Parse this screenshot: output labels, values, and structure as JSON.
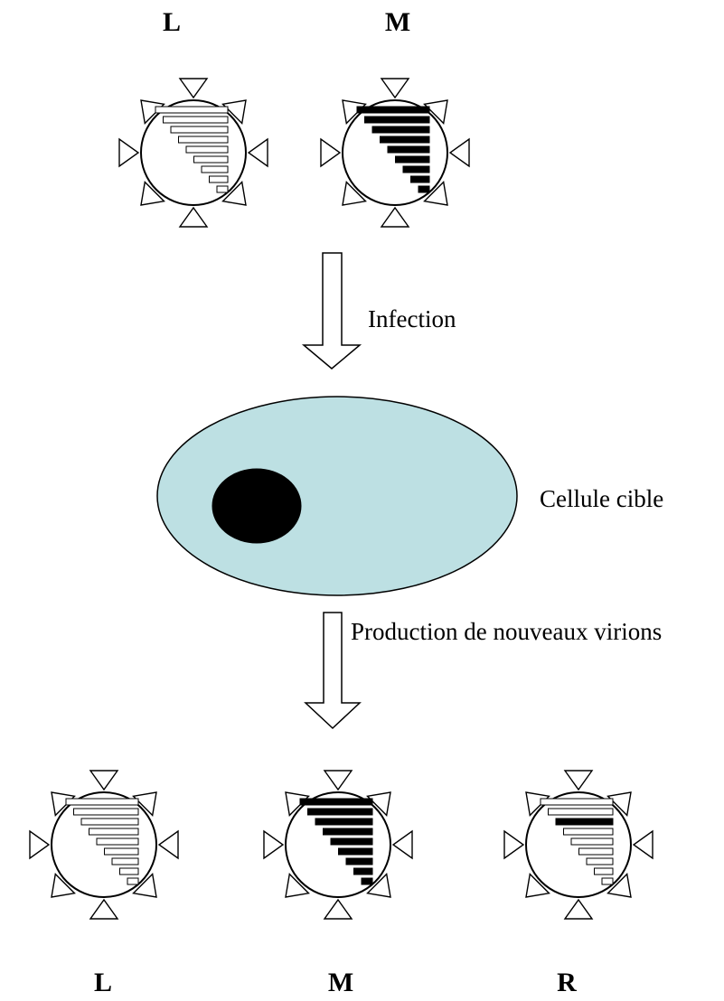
{
  "top_virions": [
    {
      "label": "L",
      "segments": [
        "white",
        "white",
        "white",
        "white",
        "white",
        "white",
        "white",
        "white",
        "white"
      ]
    },
    {
      "label": "M",
      "segments": [
        "black",
        "black",
        "black",
        "black",
        "black",
        "black",
        "black",
        "black",
        "black"
      ]
    }
  ],
  "arrow_infection": {
    "label": "Infection"
  },
  "cell": {
    "label": "Cellule cible",
    "cytoplasm_color": "#bde0e3",
    "nucleus_color": "#000000"
  },
  "arrow_production": {
    "label": "Production de nouveaux virions"
  },
  "bottom_virions": [
    {
      "label": "L",
      "segments": [
        "white",
        "white",
        "white",
        "white",
        "white",
        "white",
        "white",
        "white",
        "white"
      ]
    },
    {
      "label": "M",
      "segments": [
        "black",
        "black",
        "black",
        "black",
        "black",
        "black",
        "black",
        "black",
        "black"
      ]
    },
    {
      "label": "R",
      "segments": [
        "white",
        "white",
        "black",
        "white",
        "white",
        "white",
        "white",
        "white",
        "white"
      ]
    }
  ]
}
